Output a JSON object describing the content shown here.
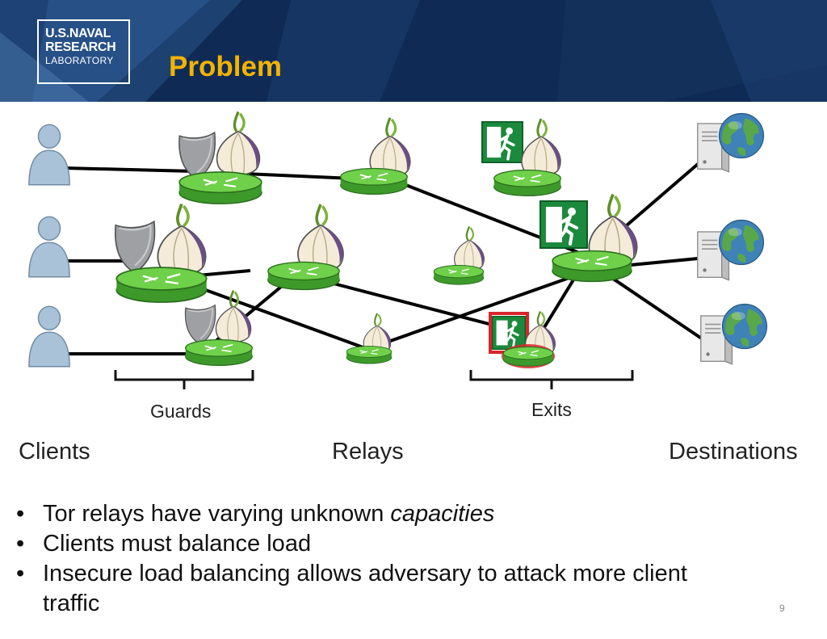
{
  "header": {
    "logo_lines": [
      "U.S.NAVAL",
      "RESEARCH",
      "LABORATORY"
    ],
    "title": "Problem",
    "colors": {
      "background": "#0f2b55",
      "title": "#f4b300"
    }
  },
  "diagram": {
    "labels": {
      "guards": "Guards",
      "exits": "Exits",
      "clients": "Clients",
      "relays": "Relays",
      "destinations": "Destinations"
    },
    "clients": [
      "client-1",
      "client-2",
      "client-3"
    ],
    "destinations": [
      "destination-1",
      "destination-2",
      "destination-3"
    ],
    "relays": [
      {
        "id": "guard-relay-top",
        "role": "guard"
      },
      {
        "id": "guard-relay-middle",
        "role": "guard"
      },
      {
        "id": "guard-relay-bottom",
        "role": "guard"
      },
      {
        "id": "middle-relay-top",
        "role": "middle"
      },
      {
        "id": "middle-relay-center",
        "role": "middle"
      },
      {
        "id": "middle-relay-small",
        "role": "middle"
      },
      {
        "id": "middle-relay-bottom",
        "role": "middle"
      },
      {
        "id": "exit-relay-top",
        "role": "exit"
      },
      {
        "id": "exit-relay-large",
        "role": "exit"
      },
      {
        "id": "exit-relay-malicious",
        "role": "exit",
        "highlighted": "red"
      }
    ],
    "colors": {
      "router": "#62c03f",
      "shield": "#9ea0a3",
      "person": "#a9c2d8",
      "exit_sign": "#1b8a3c",
      "malicious": "#d8262c",
      "link": "#000000"
    }
  },
  "bullets": [
    {
      "text": "Tor relays have varying unknown ",
      "emphasis": "capacities"
    },
    {
      "text": "Clients must balance load"
    },
    {
      "text": "Insecure load balancing allows adversary to attack more client traffic"
    }
  ],
  "page_number": "9"
}
